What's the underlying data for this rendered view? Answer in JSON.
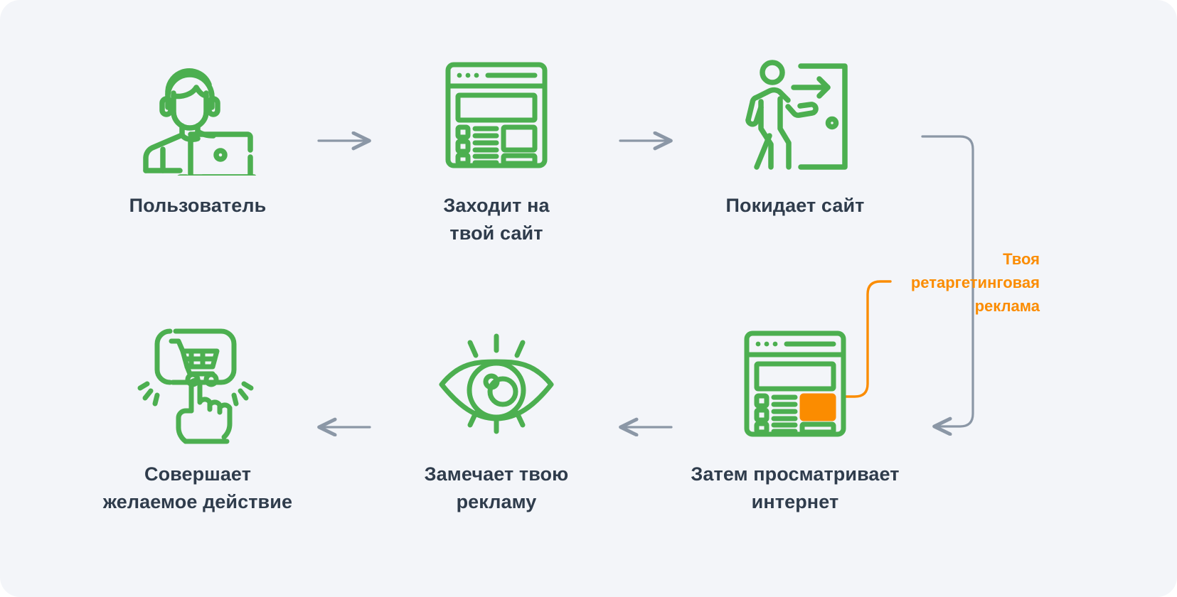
{
  "diagram": {
    "title": "Retargeting user journey",
    "background_color": "#f3f5f9",
    "icon_color": "#4caf50",
    "label_color": "#2f3c4c",
    "arrow_color": "#8b97a6",
    "accent_color": "#fb8c00",
    "steps": [
      {
        "id": "user",
        "label": "Пользователь",
        "icon": "person-with-laptop-icon"
      },
      {
        "id": "visits",
        "label": "Заходит на\nтвой сайт",
        "icon": "browser-window-icon"
      },
      {
        "id": "leaves",
        "label": "Покидает сайт",
        "icon": "person-exiting-door-icon"
      },
      {
        "id": "browses",
        "label": "Затем просматривает\nинтернет",
        "icon": "browser-window-with-ad-icon"
      },
      {
        "id": "notices",
        "label": "Замечает твою\nрекламу",
        "icon": "eye-icon"
      },
      {
        "id": "converts",
        "label": "Совершает\nжелаемое действие",
        "icon": "hand-tap-cart-icon"
      }
    ],
    "callout": {
      "id": "retargeting-ad-callout",
      "lines": [
        "Твоя",
        "ретаргетинговая",
        "реклама"
      ],
      "text": "Твоя ретаргетинговая реклама",
      "color": "#fb8c00"
    },
    "connectors": [
      {
        "from": "user",
        "to": "visits",
        "direction": "right"
      },
      {
        "from": "visits",
        "to": "leaves",
        "direction": "right"
      },
      {
        "from": "leaves",
        "to": "browses",
        "direction": "u-turn-right"
      },
      {
        "from": "browses",
        "to": "notices",
        "direction": "left"
      },
      {
        "from": "notices",
        "to": "converts",
        "direction": "left"
      }
    ]
  }
}
